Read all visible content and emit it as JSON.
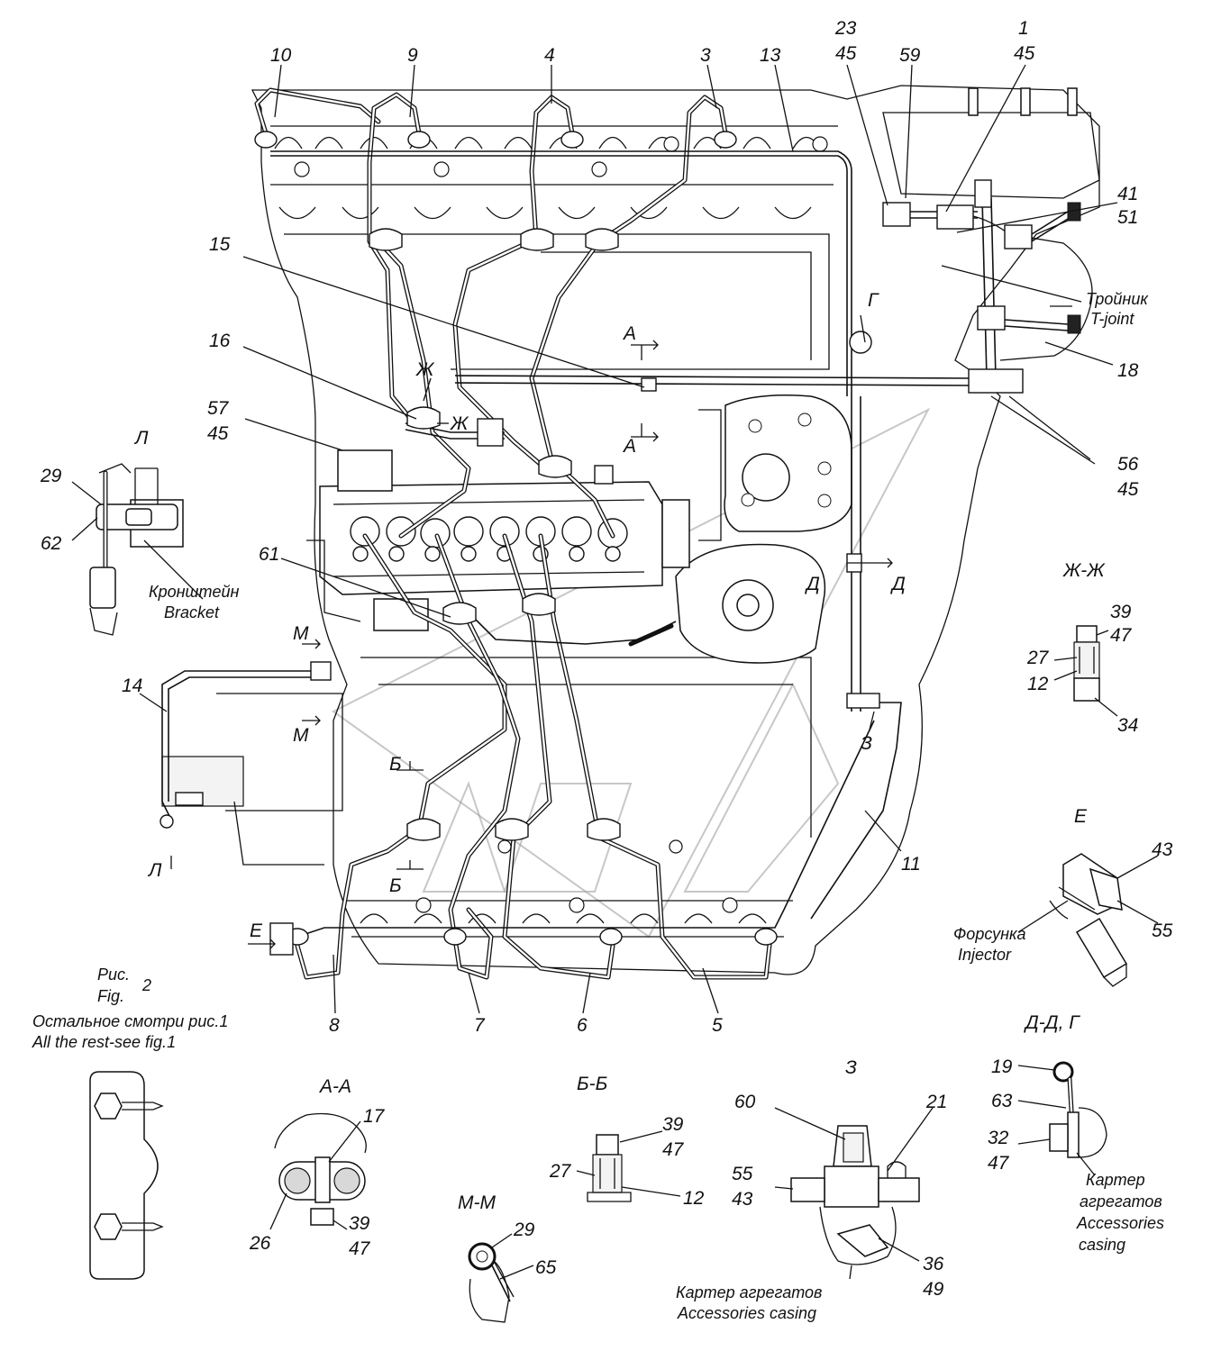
{
  "figure": {
    "caption_ru_line1": "Рис.",
    "figure_number": "2",
    "caption_en_line1": "Fig.",
    "note_ru": "Остальное смотри рис.1",
    "note_en": "All the rest-see fig.1"
  },
  "callouts": {
    "n10": "10",
    "n9": "9",
    "n4": "4",
    "n3": "3",
    "n13": "13",
    "n23": "23",
    "n45a": "45",
    "n59": "59",
    "n1": "1",
    "n45b": "45",
    "n41": "41",
    "n51": "51",
    "n15": "15",
    "n16": "16",
    "n57": "57",
    "n45c": "45",
    "n18": "18",
    "n56": "56",
    "n45d": "45",
    "n61": "61",
    "n14": "14",
    "n11": "11",
    "n8": "8",
    "n7": "7",
    "n6": "6",
    "n5": "5",
    "n29a": "29",
    "n62": "62"
  },
  "annotations": {
    "tee_ru": "Тройник",
    "tee_en": "T-joint",
    "bracket_ru": "Кронштейн",
    "bracket_en": "Bracket",
    "injector_ru": "Форсунка",
    "injector_en": "Injector",
    "casing_ru": "Картер агрегатов",
    "casing_en": "Accessories casing",
    "casing2_ru_1": "Картер",
    "casing2_ru_2": "агрегатов",
    "casing2_en_1": "Accessories",
    "casing2_en_2": "casing"
  },
  "section_marks": {
    "A": "А",
    "B": "Б",
    "G": "Г",
    "D": "Д",
    "E": "Е",
    "ZH": "Ж",
    "Z": "З",
    "L": "Л",
    "M": "М"
  },
  "views": {
    "L": {
      "title": "Л",
      "labels": [
        "29",
        "62"
      ]
    },
    "ZH_ZH": {
      "title": "Ж-Ж",
      "labels": [
        "39",
        "47",
        "27",
        "12",
        "34"
      ]
    },
    "E": {
      "title": "Е",
      "labels": [
        "43",
        "55"
      ]
    },
    "A_A": {
      "title": "А-А",
      "labels": [
        "17",
        "26",
        "39",
        "47"
      ]
    },
    "B_B": {
      "title": "Б-Б",
      "labels": [
        "39",
        "47",
        "27",
        "12"
      ]
    },
    "M_M": {
      "title": "М-М",
      "labels": [
        "29",
        "65"
      ]
    },
    "Z": {
      "title": "З",
      "labels": [
        "60",
        "21",
        "55",
        "43",
        "36",
        "49"
      ]
    },
    "D_D_G": {
      "title": "Д-Д, Г",
      "labels": [
        "19",
        "63",
        "32",
        "47"
      ]
    }
  }
}
